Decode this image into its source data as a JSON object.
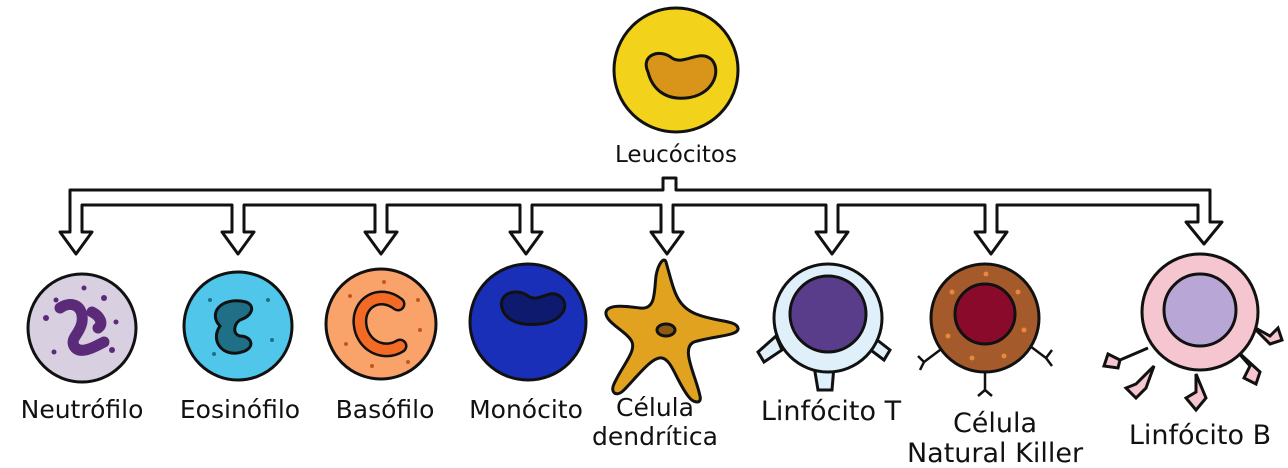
{
  "root": {
    "label": "Leucócitos"
  },
  "cells": [
    {
      "id": "neutrofilo",
      "lines": [
        "Neutrófilo"
      ]
    },
    {
      "id": "eosinofilo",
      "lines": [
        "Eosinófilo"
      ]
    },
    {
      "id": "basofilo",
      "lines": [
        "Basófilo"
      ]
    },
    {
      "id": "monocito",
      "lines": [
        "Monócito"
      ]
    },
    {
      "id": "celula-dendritica",
      "lines": [
        "Célula",
        "dendrítica"
      ]
    },
    {
      "id": "linfocito-t",
      "lines": [
        "Linfócito T"
      ]
    },
    {
      "id": "celula-natural-killer",
      "lines": [
        "Célula",
        "Natural Killer"
      ]
    },
    {
      "id": "linfocito-b",
      "lines": [
        "Linfócito B"
      ]
    }
  ],
  "colors": {
    "root_membrane": "#f2d21b",
    "root_nucleus": "#d9951a",
    "neutrophil": "#d8cfe0",
    "neutrophil_nucleus": "#5b2a78",
    "eosinophil": "#4fc6ea",
    "eosinophil_nucleus": "#1f6f86",
    "basophil": "#f9a36b",
    "basophil_nucleus": "#f26a24",
    "monocyte": "#1a2fb8",
    "monocyte_nucleus": "#0d1a6e",
    "dendritic": "#e0a21f",
    "t_cell_outer": "#dff0fb",
    "t_cell_nucleus": "#5a3d8a",
    "nk_outer": "#a55a2b",
    "nk_nucleus": "#8a0a2c",
    "b_cell_outer": "#f6c6d0",
    "b_cell_nucleus": "#b7a6d6"
  }
}
